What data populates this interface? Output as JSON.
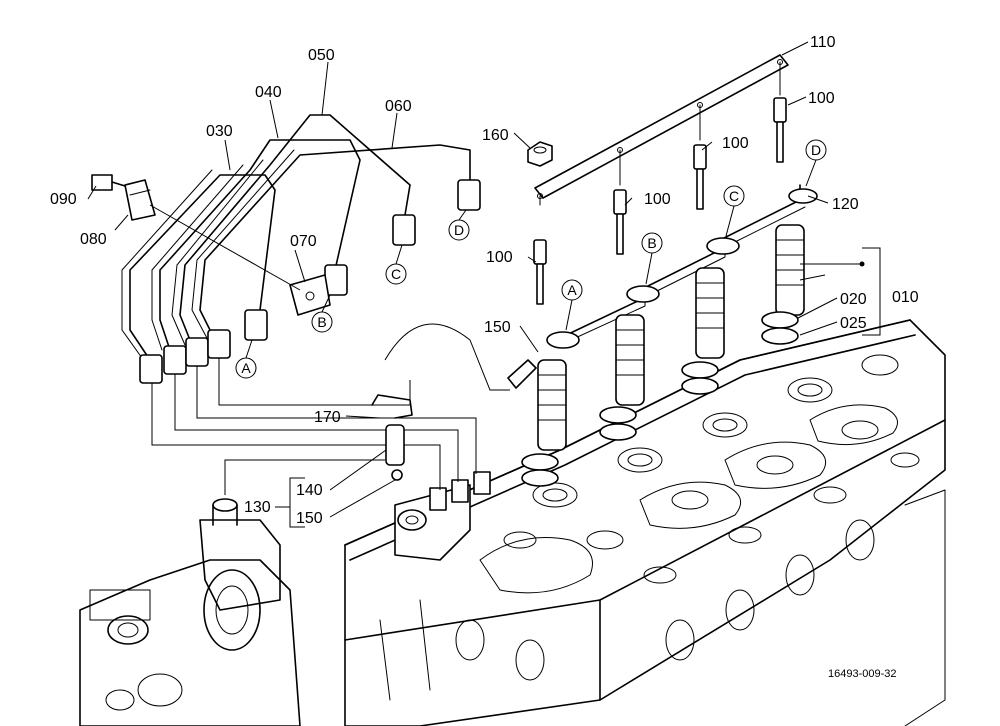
{
  "diagram": {
    "reference": "16493-009-32",
    "part_labels": {
      "p010": "010",
      "p020": "020",
      "p025": "025",
      "p030": "030",
      "p040": "040",
      "p050": "050",
      "p060": "060",
      "p070": "070",
      "p080": "080",
      "p090": "090",
      "p100a": "100",
      "p100b": "100",
      "p100c": "100",
      "p100d": "100",
      "p110": "110",
      "p120": "120",
      "p130": "130",
      "p140": "140",
      "p150a": "150",
      "p150b": "150",
      "p160": "160",
      "p170": "170"
    },
    "connector_markers": {
      "pipe_a": "A",
      "pipe_b": "B",
      "pipe_c": "C",
      "pipe_d": "D",
      "return_a": "A",
      "return_b": "B",
      "return_c": "C",
      "return_d": "D"
    }
  }
}
